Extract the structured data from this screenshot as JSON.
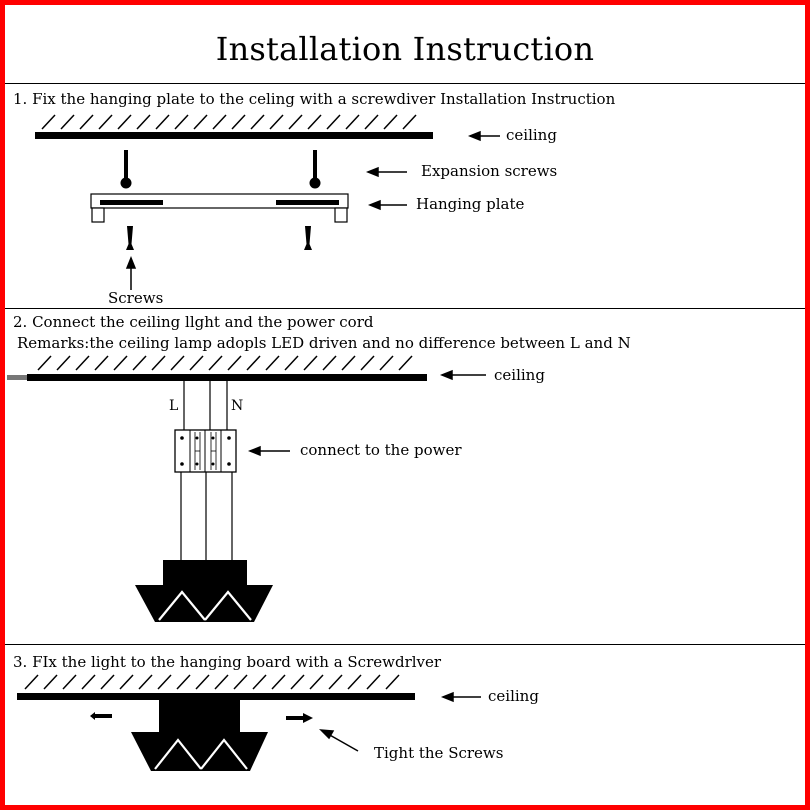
{
  "title": "Installation Instruction",
  "colors": {
    "frame": "#ff0000",
    "ink": "#000000",
    "cable_stub": "#777777"
  },
  "step1": {
    "heading": "1. Fix the hanging plate to the celing with a screwdiver Installation Instruction",
    "labels": {
      "ceiling": "ceiling",
      "expansion_screws": "Expansion screws",
      "hanging_plate": "Hanging plate",
      "screws": "Screws"
    }
  },
  "step2": {
    "heading": "2. Connect the ceiling llght and the power cord",
    "remark": "Remarks:the ceiling lamp adopls LED driven and no difference between L and N",
    "labels": {
      "ceiling": "ceiling",
      "live": "L",
      "neutral": "N",
      "connect_power": "connect to the power"
    }
  },
  "step3": {
    "heading": "3. FIx the light to the hanging board with a Screwdrlver",
    "labels": {
      "ceiling": "ceiling",
      "tight_screws": "Tight the Screws"
    }
  }
}
